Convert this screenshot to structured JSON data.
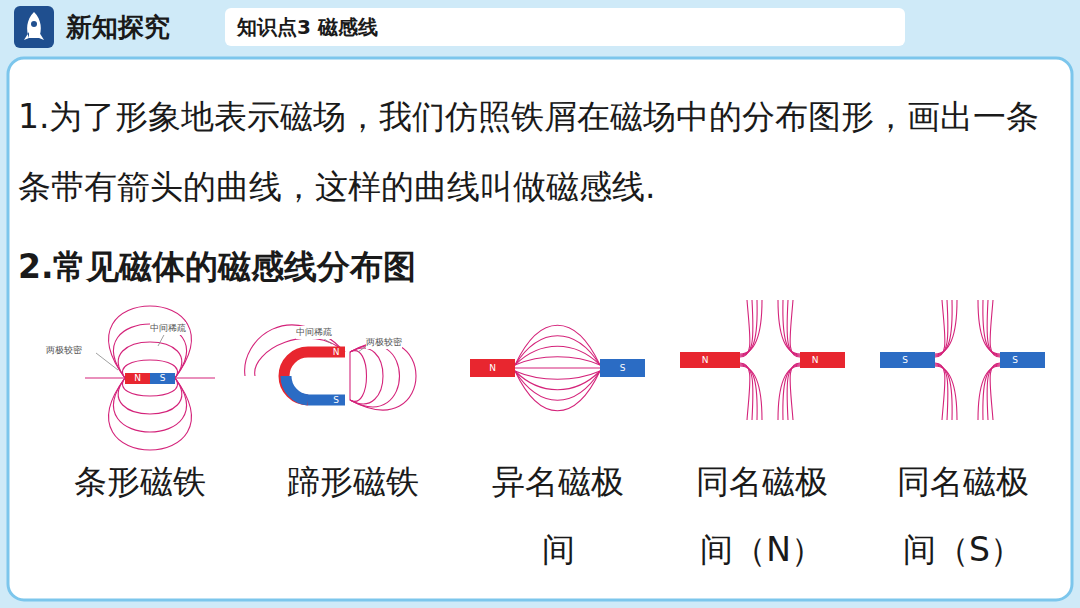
{
  "diagram": {
    "nodes": [
      {
        "text": [
          "新知探究"
        ]
      },
      {
        "text": [
          "知识点3 磁感线"
        ]
      }
    ],
    "labels": [
      "1.为了形象地表示磁场，我们仿照铁屑在磁场中的分布图形，画出一条条带有箭头的曲线，这样的曲线叫做磁感线.",
      "2.常见磁体的磁感线分布图",
      "两极较密",
      "中间稀疏",
      "N",
      "S",
      "中间稀疏",
      "两极较密",
      "N",
      "S",
      "N",
      "S",
      "N",
      "N",
      "S",
      "S",
      "条形磁铁",
      "蹄形磁铁",
      "异名磁极间",
      "同名磁极间（N）",
      "同名磁极间（S）"
    ]
  }
}
